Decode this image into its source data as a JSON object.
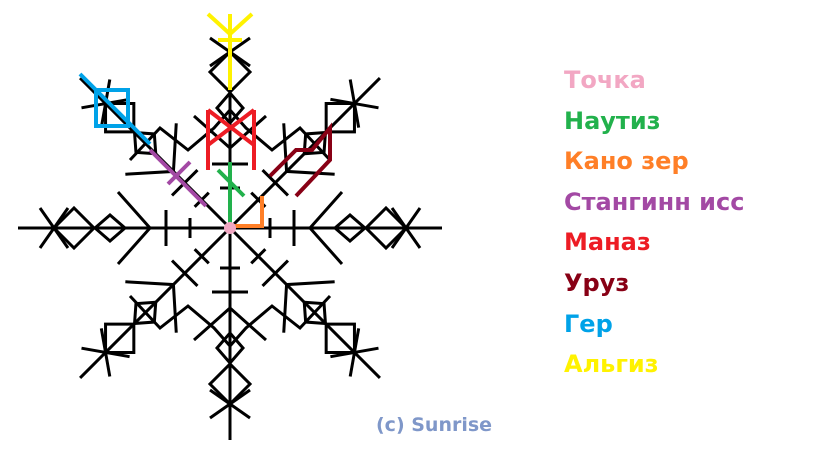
{
  "legend": [
    {
      "label": "Точка",
      "color": "#f2a7c3"
    },
    {
      "label": "Наутиз",
      "color": "#22b14c"
    },
    {
      "label": "Кано зер",
      "color": "#ff7f27"
    },
    {
      "label": "Стангинн исс",
      "color": "#a349a4"
    },
    {
      "label": "Маназ",
      "color": "#ed1c24"
    },
    {
      "label": "Уруз",
      "color": "#880015"
    },
    {
      "label": "Гер",
      "color": "#00a2e8"
    },
    {
      "label": "Альгиз",
      "color": "#fff200"
    }
  ],
  "credit": "(c) Sunrise",
  "colors": {
    "snowflake": "#000000",
    "credit": "#7f97c9"
  }
}
